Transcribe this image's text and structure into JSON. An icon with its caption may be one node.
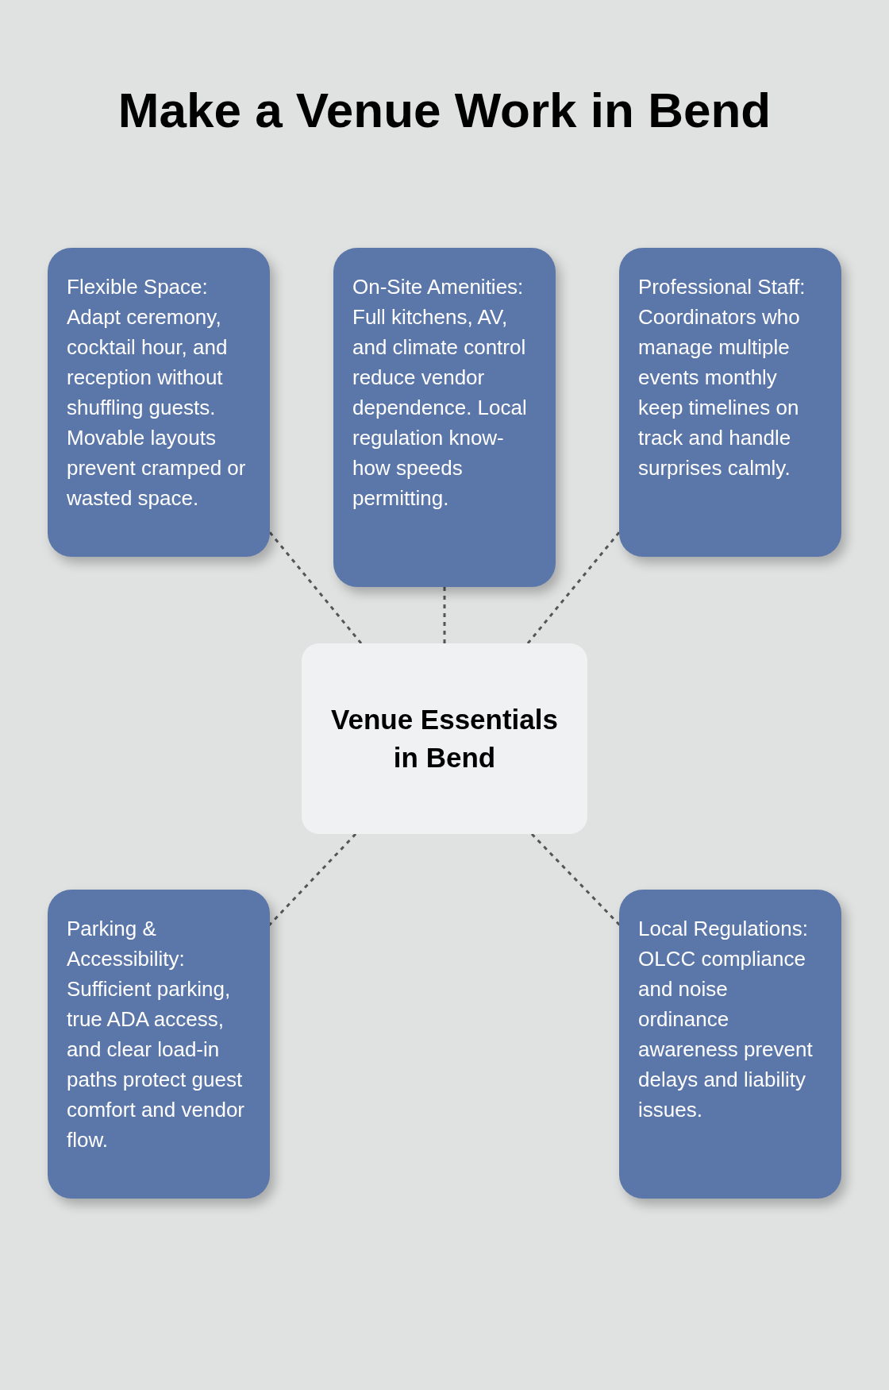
{
  "diagram": {
    "title": "Make a Venue Work in Bend",
    "nodes": [
      {
        "text": [
          "Flexible Space: Adapt ceremony, cocktail hour, and reception without shuffling guests. Movable layouts prevent cramped or wasted space."
        ]
      },
      {
        "text": [
          "On-Site Amenities: Full kitchens, AV, and climate control reduce vendor dependence. Local regulation know-how speeds permitting."
        ]
      },
      {
        "text": [
          "Professional Staff: Coordinators who manage multiple events monthly keep timelines on track and handle surprises calmly."
        ]
      },
      {
        "text": [
          "Venue Essentials in Bend"
        ]
      },
      {
        "text": [
          "Parking & Accessibility: Sufficient parking, true ADA access, and clear load-in paths protect guest comfort and vendor flow."
        ]
      },
      {
        "text": [
          "Local Regulations: OLCC compliance and noise ordinance awareness prevent delays and liability issues."
        ]
      }
    ],
    "edges": [
      {
        "from": 3,
        "to": 0,
        "arrow": "none",
        "style": "dashed"
      },
      {
        "from": 3,
        "to": 1,
        "arrow": "none",
        "style": "dashed"
      },
      {
        "from": 3,
        "to": 2,
        "arrow": "none",
        "style": "dashed"
      },
      {
        "from": 3,
        "to": 4,
        "arrow": "none",
        "style": "dashed"
      },
      {
        "from": 3,
        "to": 5,
        "arrow": "none",
        "style": "dashed"
      }
    ]
  }
}
